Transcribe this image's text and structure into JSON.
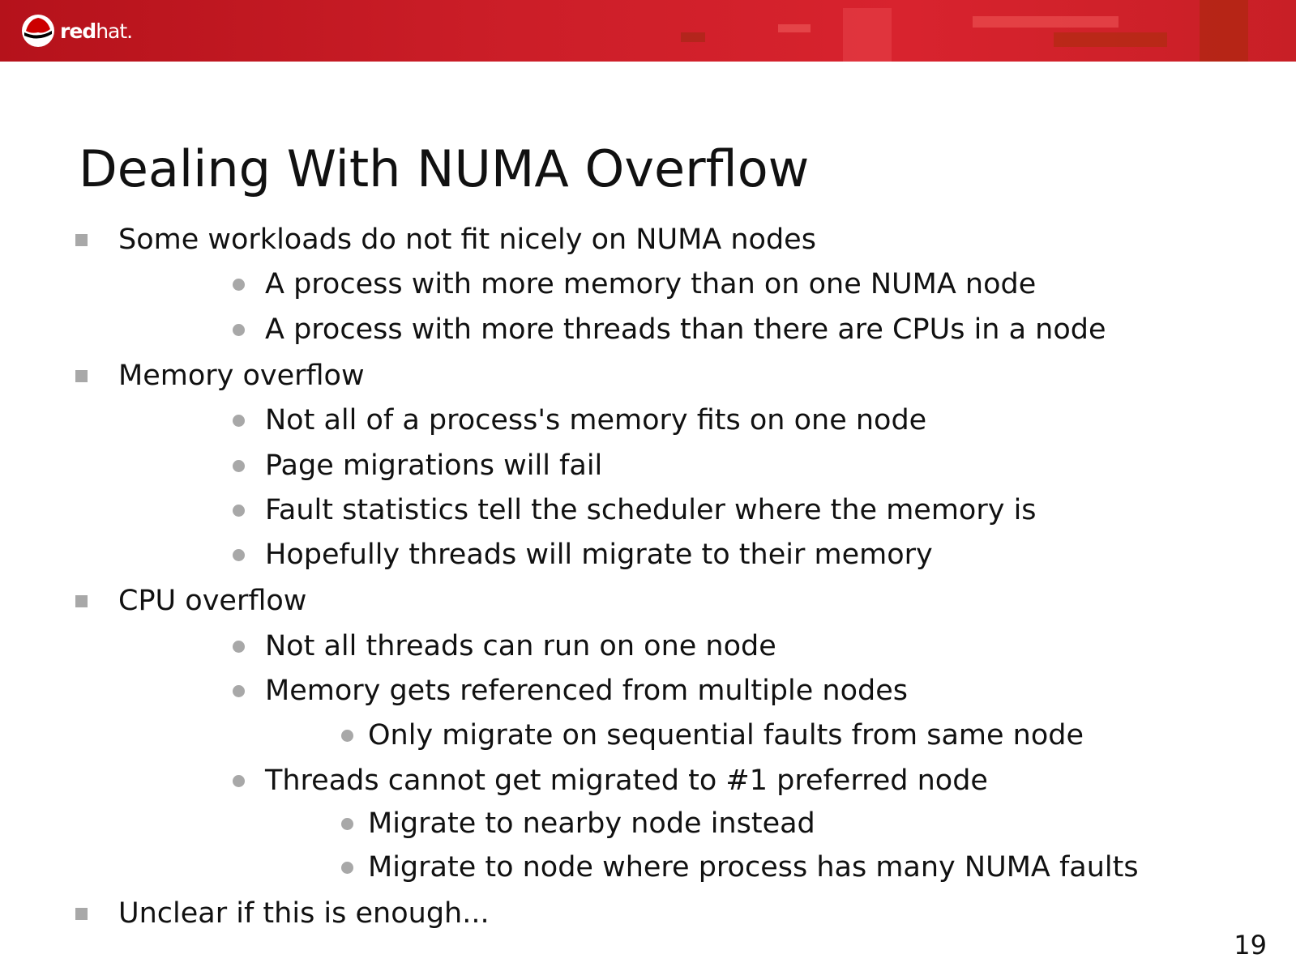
{
  "brand": {
    "logo_text_bold": "red",
    "logo_text_light": "hat."
  },
  "title": "Dealing With NUMA Overflow",
  "bullets": [
    {
      "level": 1,
      "text": "Some workloads do not fit nicely on NUMA nodes"
    },
    {
      "level": 2,
      "text": "A process with more memory than on one NUMA node"
    },
    {
      "level": 2,
      "text": "A process with more threads than there are CPUs in a node"
    },
    {
      "level": 1,
      "text": "Memory overflow"
    },
    {
      "level": 2,
      "text": "Not all of a process's memory fits on one node"
    },
    {
      "level": 2,
      "text": "Page migrations will fail"
    },
    {
      "level": 2,
      "text": "Fault statistics tell the scheduler where the memory is"
    },
    {
      "level": 2,
      "text": "Hopefully threads will migrate to their memory"
    },
    {
      "level": 1,
      "text": "CPU overflow"
    },
    {
      "level": 2,
      "text": "Not all threads can run on one node"
    },
    {
      "level": 2,
      "text": "Memory gets referenced from multiple nodes"
    },
    {
      "level": 3,
      "text": "Only migrate on sequential faults from same node"
    },
    {
      "level": 2,
      "text": "Threads cannot get migrated to #1 preferred node"
    },
    {
      "level": 3,
      "text": "Migrate to nearby node instead"
    },
    {
      "level": 3,
      "text": "Migrate to node where process has many NUMA faults"
    },
    {
      "level": 1,
      "text": "Unclear if this is enough..."
    }
  ],
  "page_number": "19"
}
